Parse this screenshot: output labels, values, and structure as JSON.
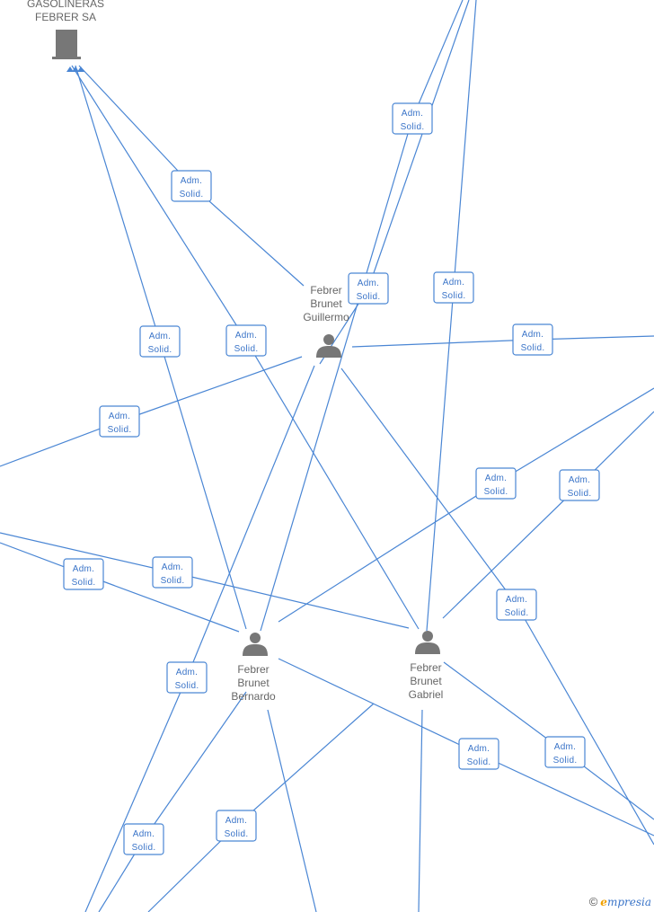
{
  "company": {
    "name_line1": "GASOLINERAS",
    "name_line2": "FEBRER SA",
    "icon": "building-icon"
  },
  "people": [
    {
      "id": "guillermo",
      "line1": "Febrer",
      "line2": "Brunet",
      "line3": "Guillermo",
      "icon": "person-icon"
    },
    {
      "id": "bernardo",
      "line1": "Febrer",
      "line2": "Brunet",
      "line3": "Bernardo",
      "icon": "person-icon"
    },
    {
      "id": "gabriel",
      "line1": "Febrer",
      "line2": "Brunet",
      "line3": "Gabriel",
      "icon": "person-icon"
    }
  ],
  "relation_label": {
    "line1": "Adm.",
    "line2": "Solid."
  },
  "footer": {
    "copyright": "©",
    "brand_first": "e",
    "brand_rest": "mpresia"
  },
  "colors": {
    "edge": "#4a86d4",
    "icon": "#777777",
    "label": "#666666",
    "brand_accent": "#f0a000"
  }
}
